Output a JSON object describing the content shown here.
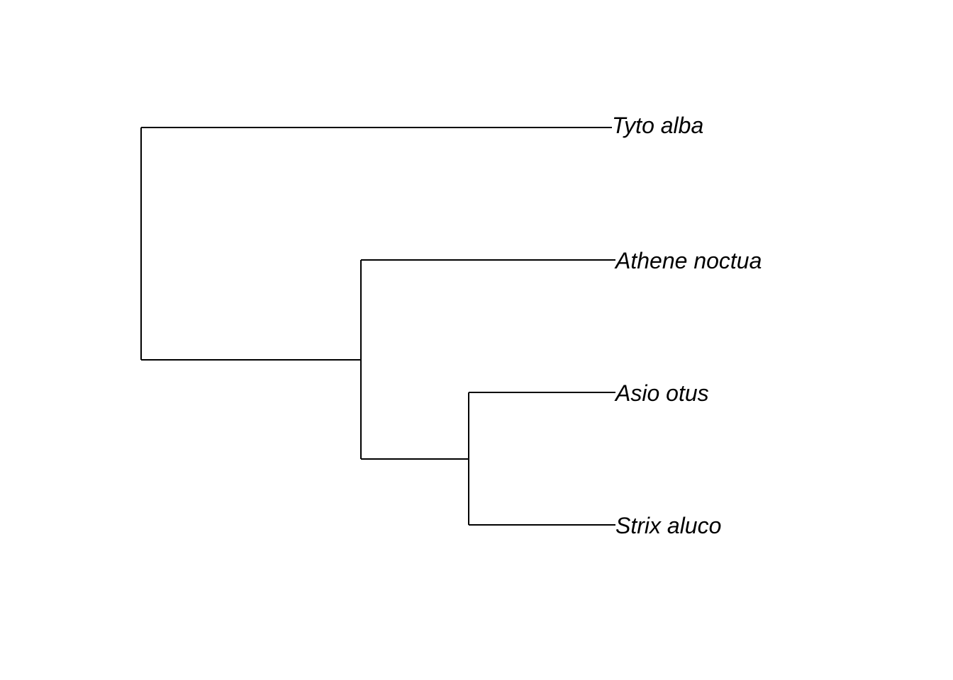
{
  "tree": {
    "tips": [
      {
        "label": "Tyto alba"
      },
      {
        "label": "Athene noctua"
      },
      {
        "label": "Asio otus"
      },
      {
        "label": "Strix aluco"
      }
    ],
    "colors": {
      "branch": "#000000",
      "label": "#000000",
      "background": "#ffffff"
    }
  }
}
